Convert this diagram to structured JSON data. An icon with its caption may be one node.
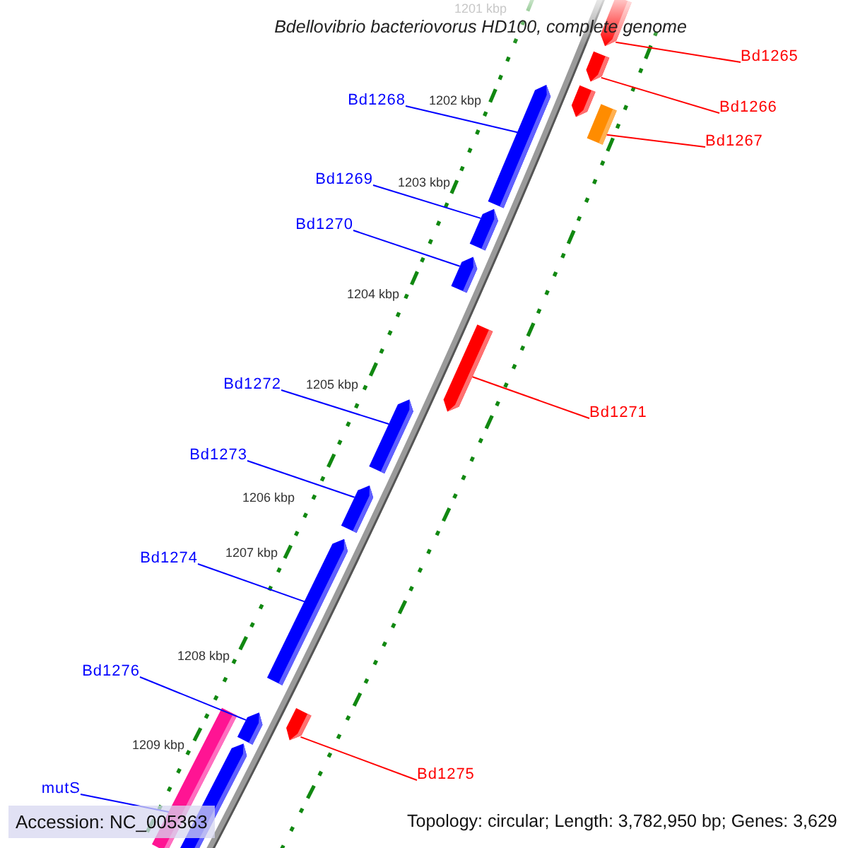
{
  "diagram": {
    "title": "Bdellovibrio bacteriovorus HD100, complete genome",
    "nodes": [
      {
        "text": [
          "Bd1265"
        ]
      },
      {
        "text": [
          "Bd1266"
        ]
      },
      {
        "text": [
          "Bd1267"
        ]
      },
      {
        "text": [
          "Bd1268"
        ]
      },
      {
        "text": [
          "Bd1269"
        ]
      },
      {
        "text": [
          "Bd1270"
        ]
      },
      {
        "text": [
          "Bd1271"
        ]
      },
      {
        "text": [
          "Bd1272"
        ]
      },
      {
        "text": [
          "Bd1273"
        ]
      },
      {
        "text": [
          "Bd1274"
        ]
      },
      {
        "text": [
          "Bd1275"
        ]
      },
      {
        "text": [
          "Bd1276"
        ]
      },
      {
        "text": [
          "mutS"
        ]
      },
      {
        "text": [],
        "shape": "pentagon"
      },
      {
        "text": [],
        "shape": "pentagon"
      },
      {
        "text": [],
        "shape": "pentagon"
      },
      {
        "text": [],
        "shape": "bar"
      },
      {
        "text": [],
        "shape": "pentagon"
      },
      {
        "text": [],
        "shape": "pentagon"
      },
      {
        "text": [],
        "shape": "pentagon"
      },
      {
        "text": [],
        "shape": "pentagon"
      },
      {
        "text": [],
        "shape": "pentagon"
      },
      {
        "text": [],
        "shape": "pentagon"
      },
      {
        "text": [],
        "shape": "pentagon"
      },
      {
        "text": [],
        "shape": "pentagon"
      },
      {
        "text": [],
        "shape": "pentagon"
      },
      {
        "text": [],
        "shape": "bar"
      },
      {
        "text": [],
        "shape": "pentagon"
      }
    ],
    "edges": [
      {
        "from": 0,
        "to": 13,
        "arrow": "none",
        "color": "#ff0000"
      },
      {
        "from": 1,
        "to": 14,
        "arrow": "none",
        "color": "#ff0000"
      },
      {
        "from": 2,
        "to": 16,
        "arrow": "none",
        "color": "#ff0000"
      },
      {
        "from": 3,
        "to": 17,
        "arrow": "none"
      },
      {
        "from": 4,
        "to": 18,
        "arrow": "none"
      },
      {
        "from": 5,
        "to": 19,
        "arrow": "none"
      },
      {
        "from": 6,
        "to": 20,
        "arrow": "none",
        "color": "#ff0000"
      },
      {
        "from": 7,
        "to": 21,
        "arrow": "none"
      },
      {
        "from": 8,
        "to": 22,
        "arrow": "none"
      },
      {
        "from": 9,
        "to": 23,
        "arrow": "none"
      },
      {
        "from": 10,
        "to": 24,
        "arrow": "none",
        "color": "#ff0000"
      },
      {
        "from": 11,
        "to": 25,
        "arrow": "none"
      },
      {
        "from": 12,
        "to": 26,
        "arrow": "none"
      }
    ],
    "labels": [
      "1201 kbp",
      "1202 kbp",
      "1203 kbp",
      "1204 kbp",
      "1205 kbp",
      "1206 kbp",
      "1207 kbp",
      "1208 kbp",
      "1209 kbp",
      "Accession: NC_005363",
      "Topology: circular; Length: 3,782,950 bp; Genes: 3,629"
    ]
  }
}
